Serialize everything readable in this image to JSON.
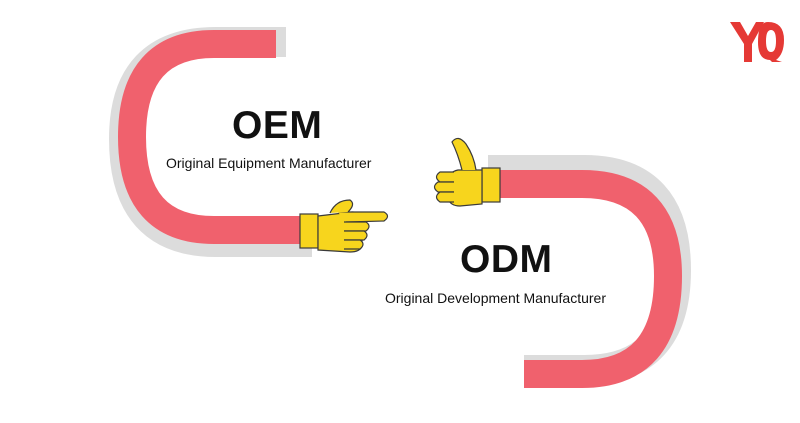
{
  "colors": {
    "arc": "#f0616d",
    "arc_shadow": "#d9d9d9",
    "hand": "#f7d51d",
    "hand_outline": "#3a3a3a",
    "logo": "#e53935",
    "text": "#111111"
  },
  "oem": {
    "title": "OEM",
    "subtitle": "Original Equipment Manufacturer"
  },
  "odm": {
    "title": "ODM",
    "subtitle": "Original Development Manufacturer"
  },
  "logo": {
    "text": "YQ",
    "icon": "brand-logo-icon"
  },
  "icons": {
    "left_hand": "pointing-hand-icon",
    "right_hand": "thumbs-up-icon"
  }
}
